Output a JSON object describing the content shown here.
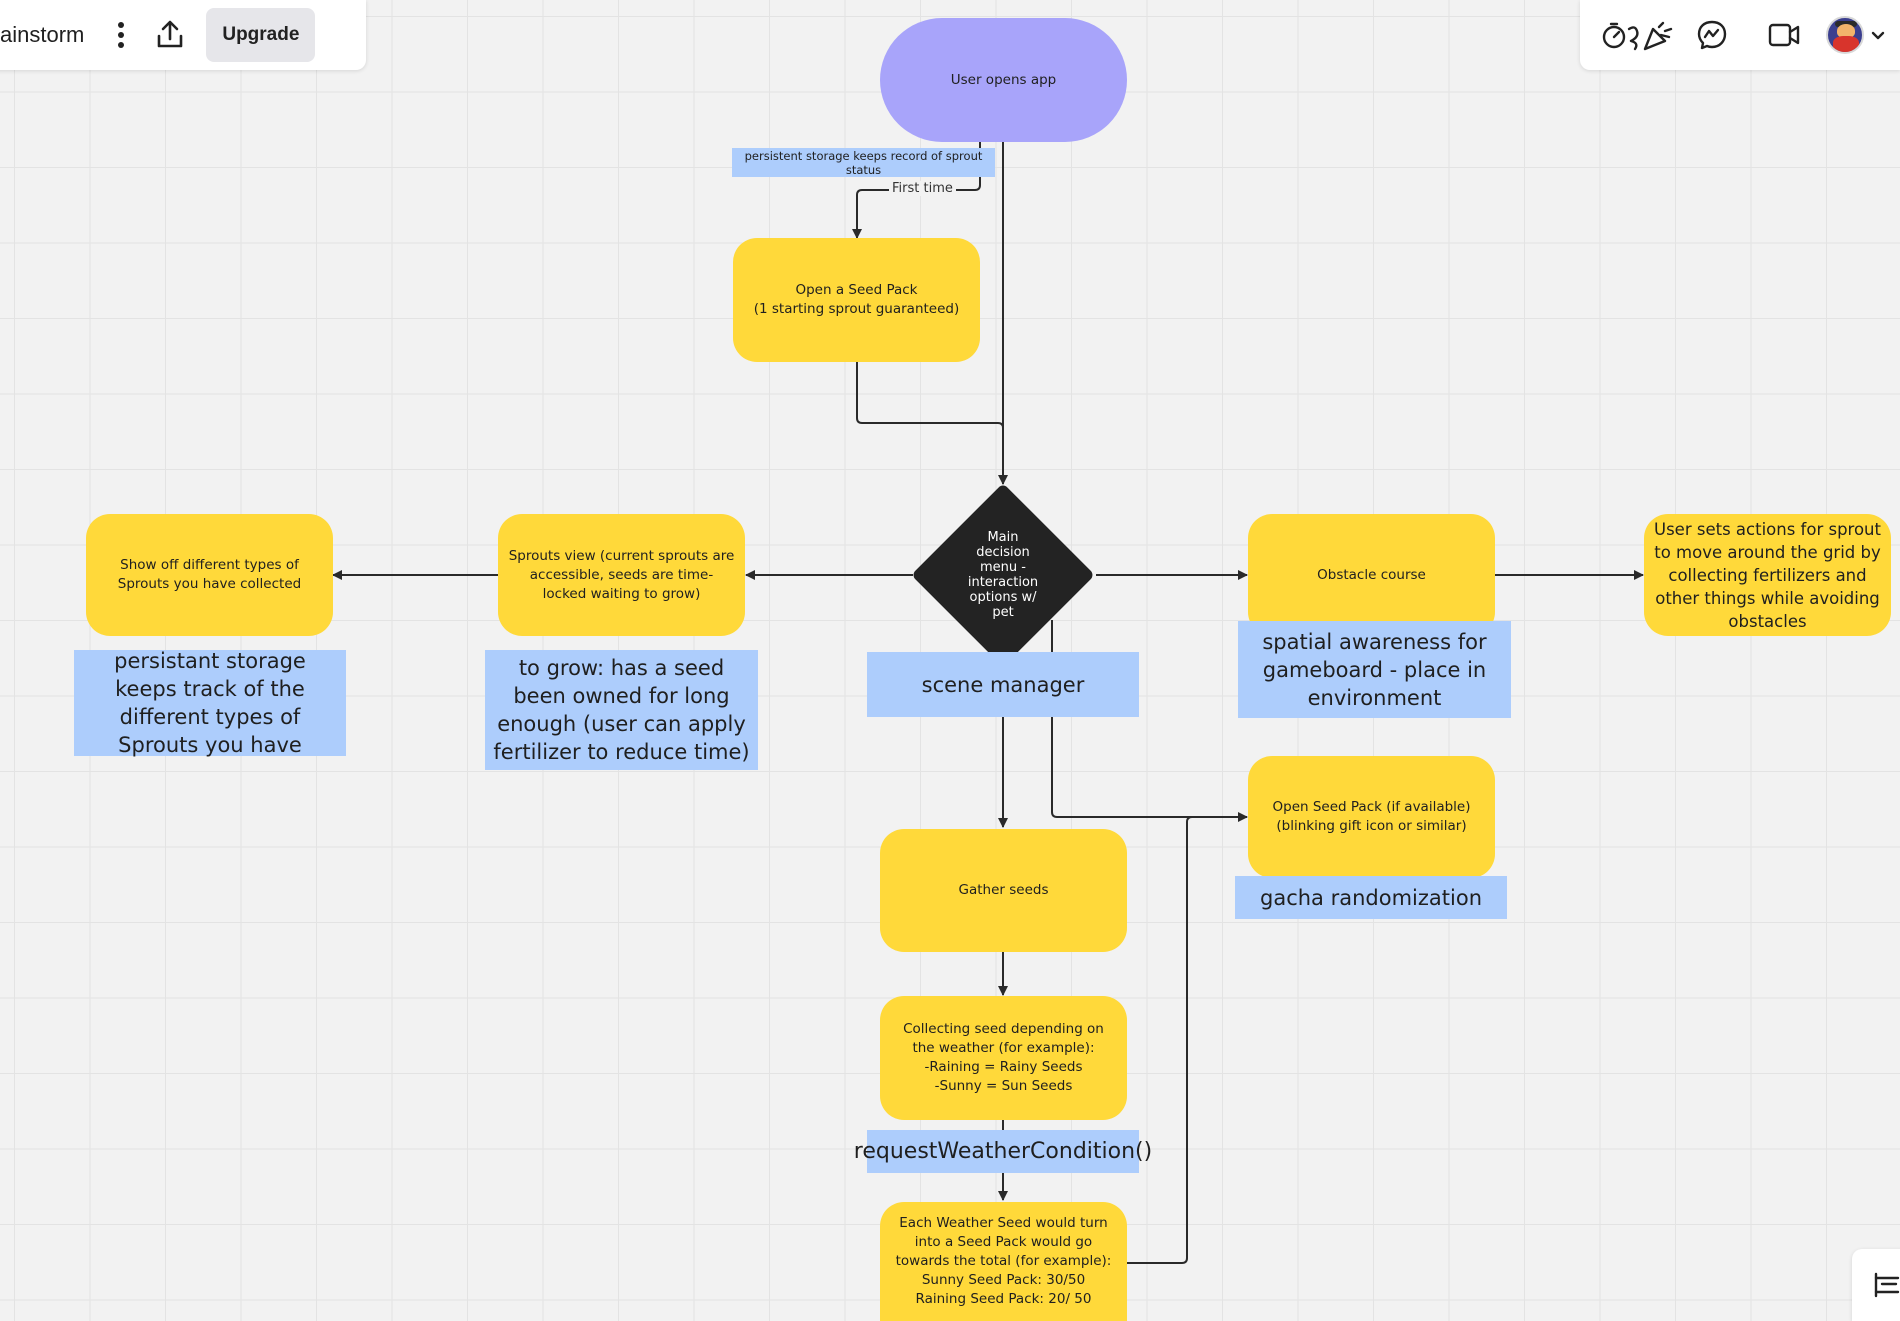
{
  "toolbar": {
    "board_title": "ainstorm",
    "upgrade_label": "Upgrade",
    "icons": [
      "more-vertical-icon",
      "share-upload-icon"
    ]
  },
  "top_right": {
    "icons": [
      "reactions-timer-icon",
      "celebrate-icon",
      "chat-bubble-icon",
      "video-camera-icon",
      "avatar",
      "chevron-down-icon"
    ]
  },
  "colors": {
    "sticky_yellow": "#ffd93a",
    "start_purple": "#a8a4fa",
    "note_blue": "#adcdfc",
    "decision_dark": "#232323"
  },
  "flow": {
    "start": "User opens app",
    "persistent_note": "persistent storage keeps record of sprout status",
    "first_time_label": "First time",
    "open_seed_pack": "Open a Seed Pack\n(1 starting sprout guaranteed)",
    "decision": "Main decision menu - interaction options w/ pet",
    "scene_manager": "scene manager",
    "sprouts_view": "Sprouts view (current sprouts are accessible, seeds are time-locked waiting to grow)",
    "grow_note": "to grow: has a seed been owned for long enough (user can apply fertilizer to reduce time)",
    "show_off": "Show off different types of Sprouts you have collected",
    "storage_note": "persistant storage keeps track of the different types of Sprouts you have",
    "obstacle_course": "Obstacle course",
    "spatial_note": "spatial awareness for gameboard - place in environment",
    "user_sets_actions": "User sets actions for sprout to move around the grid by collecting fertilizers and other things while avoiding obstacles",
    "open_seed_pack_available": "Open Seed Pack (if available) (blinking gift icon or similar)",
    "gacha_note": "gacha randomization",
    "gather_seeds": "Gather seeds",
    "collecting_seed": "Collecting seed depending on the weather (for example):\n-Raining = Rainy Seeds\n-Sunny = Sun Seeds",
    "weather_note": "requestWeatherCondition()",
    "weather_seed_total": "Each Weather Seed would turn into a Seed Pack would go towards the total (for example):\nSunny Seed Pack: 30/50\nRaining Seed Pack: 20/ 50"
  },
  "bottom_right": {
    "icon": "frame-list-icon"
  }
}
